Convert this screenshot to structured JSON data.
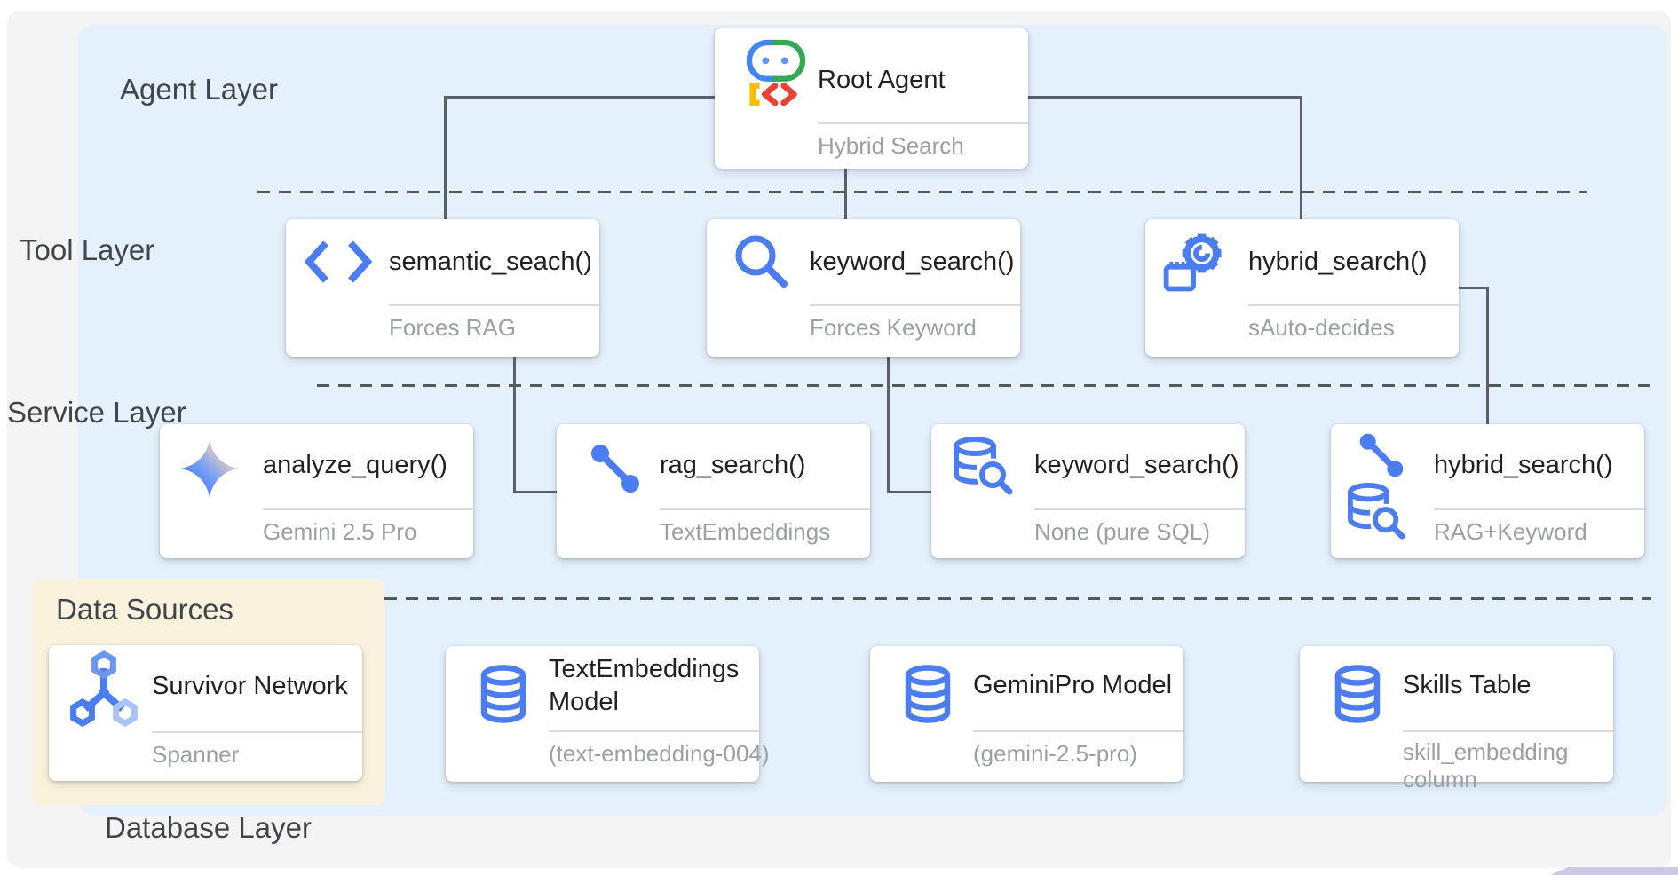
{
  "labels": {
    "agent_layer": "Agent Layer",
    "tool_layer": "Tool Layer",
    "service_layer": "Service Layer",
    "database_layer": "Database Layer",
    "data_sources": "Data Sources"
  },
  "cards": {
    "root": {
      "title": "Root Agent",
      "subtitle": "Hybrid Search",
      "icon": "adk-robot-icon"
    },
    "tool_semantic": {
      "title": "semantic_seach()",
      "subtitle": "Forces RAG",
      "icon": "code-brackets-icon"
    },
    "tool_keyword": {
      "title": "keyword_search()",
      "subtitle": "Forces Keyword",
      "icon": "search-icon"
    },
    "tool_hybrid": {
      "title": "hybrid_search()",
      "subtitle": "sAuto-decides",
      "icon": "gear-icon"
    },
    "svc_analyze": {
      "title": "analyze_query()",
      "subtitle": "Gemini 2.5 Pro",
      "icon": "gemini-sparkle-icon"
    },
    "svc_rag": {
      "title": "rag_search()",
      "subtitle": "TextEmbeddings",
      "icon": "vector-endpoints-icon"
    },
    "svc_keyword": {
      "title": "keyword_search()",
      "subtitle": "None (pure SQL)",
      "icon": "database-search-icon"
    },
    "svc_hybrid": {
      "title": "hybrid_search()",
      "subtitle": "RAG+Keyword",
      "icon": "vector-endpoints-icon, database-search-icon"
    },
    "db_textemb": {
      "title": "TextEmbeddings Model",
      "subtitle": "(text-embedding-004)",
      "icon": "database-icon"
    },
    "db_gemini": {
      "title": "GeminiPro Model",
      "subtitle": "(gemini-2.5-pro)",
      "icon": "database-icon"
    },
    "db_skills": {
      "title": "Skills Table",
      "subtitle": "skill_embedding column",
      "icon": "database-icon"
    },
    "ds_survivor": {
      "title": "Survivor Network",
      "subtitle": "Spanner",
      "icon": "spanner-icon"
    }
  },
  "colors": {
    "panel_blue": "#e4f0fb",
    "panel_cream": "#fbf2de",
    "page_gray": "#f4f4f5",
    "card_bg": "#ffffff",
    "title_text": "#202124",
    "subtitle_text": "#9aa0a6",
    "label_text": "#3f454b",
    "connector_gray": "#5a6065",
    "icon_blue": "#4c7df0",
    "robot_green": "#34a853",
    "robot_blue": "#4285f4",
    "robot_red": "#ea4335",
    "robot_yellow": "#fbbc04",
    "corner_lavender": "#cdc9e4"
  }
}
